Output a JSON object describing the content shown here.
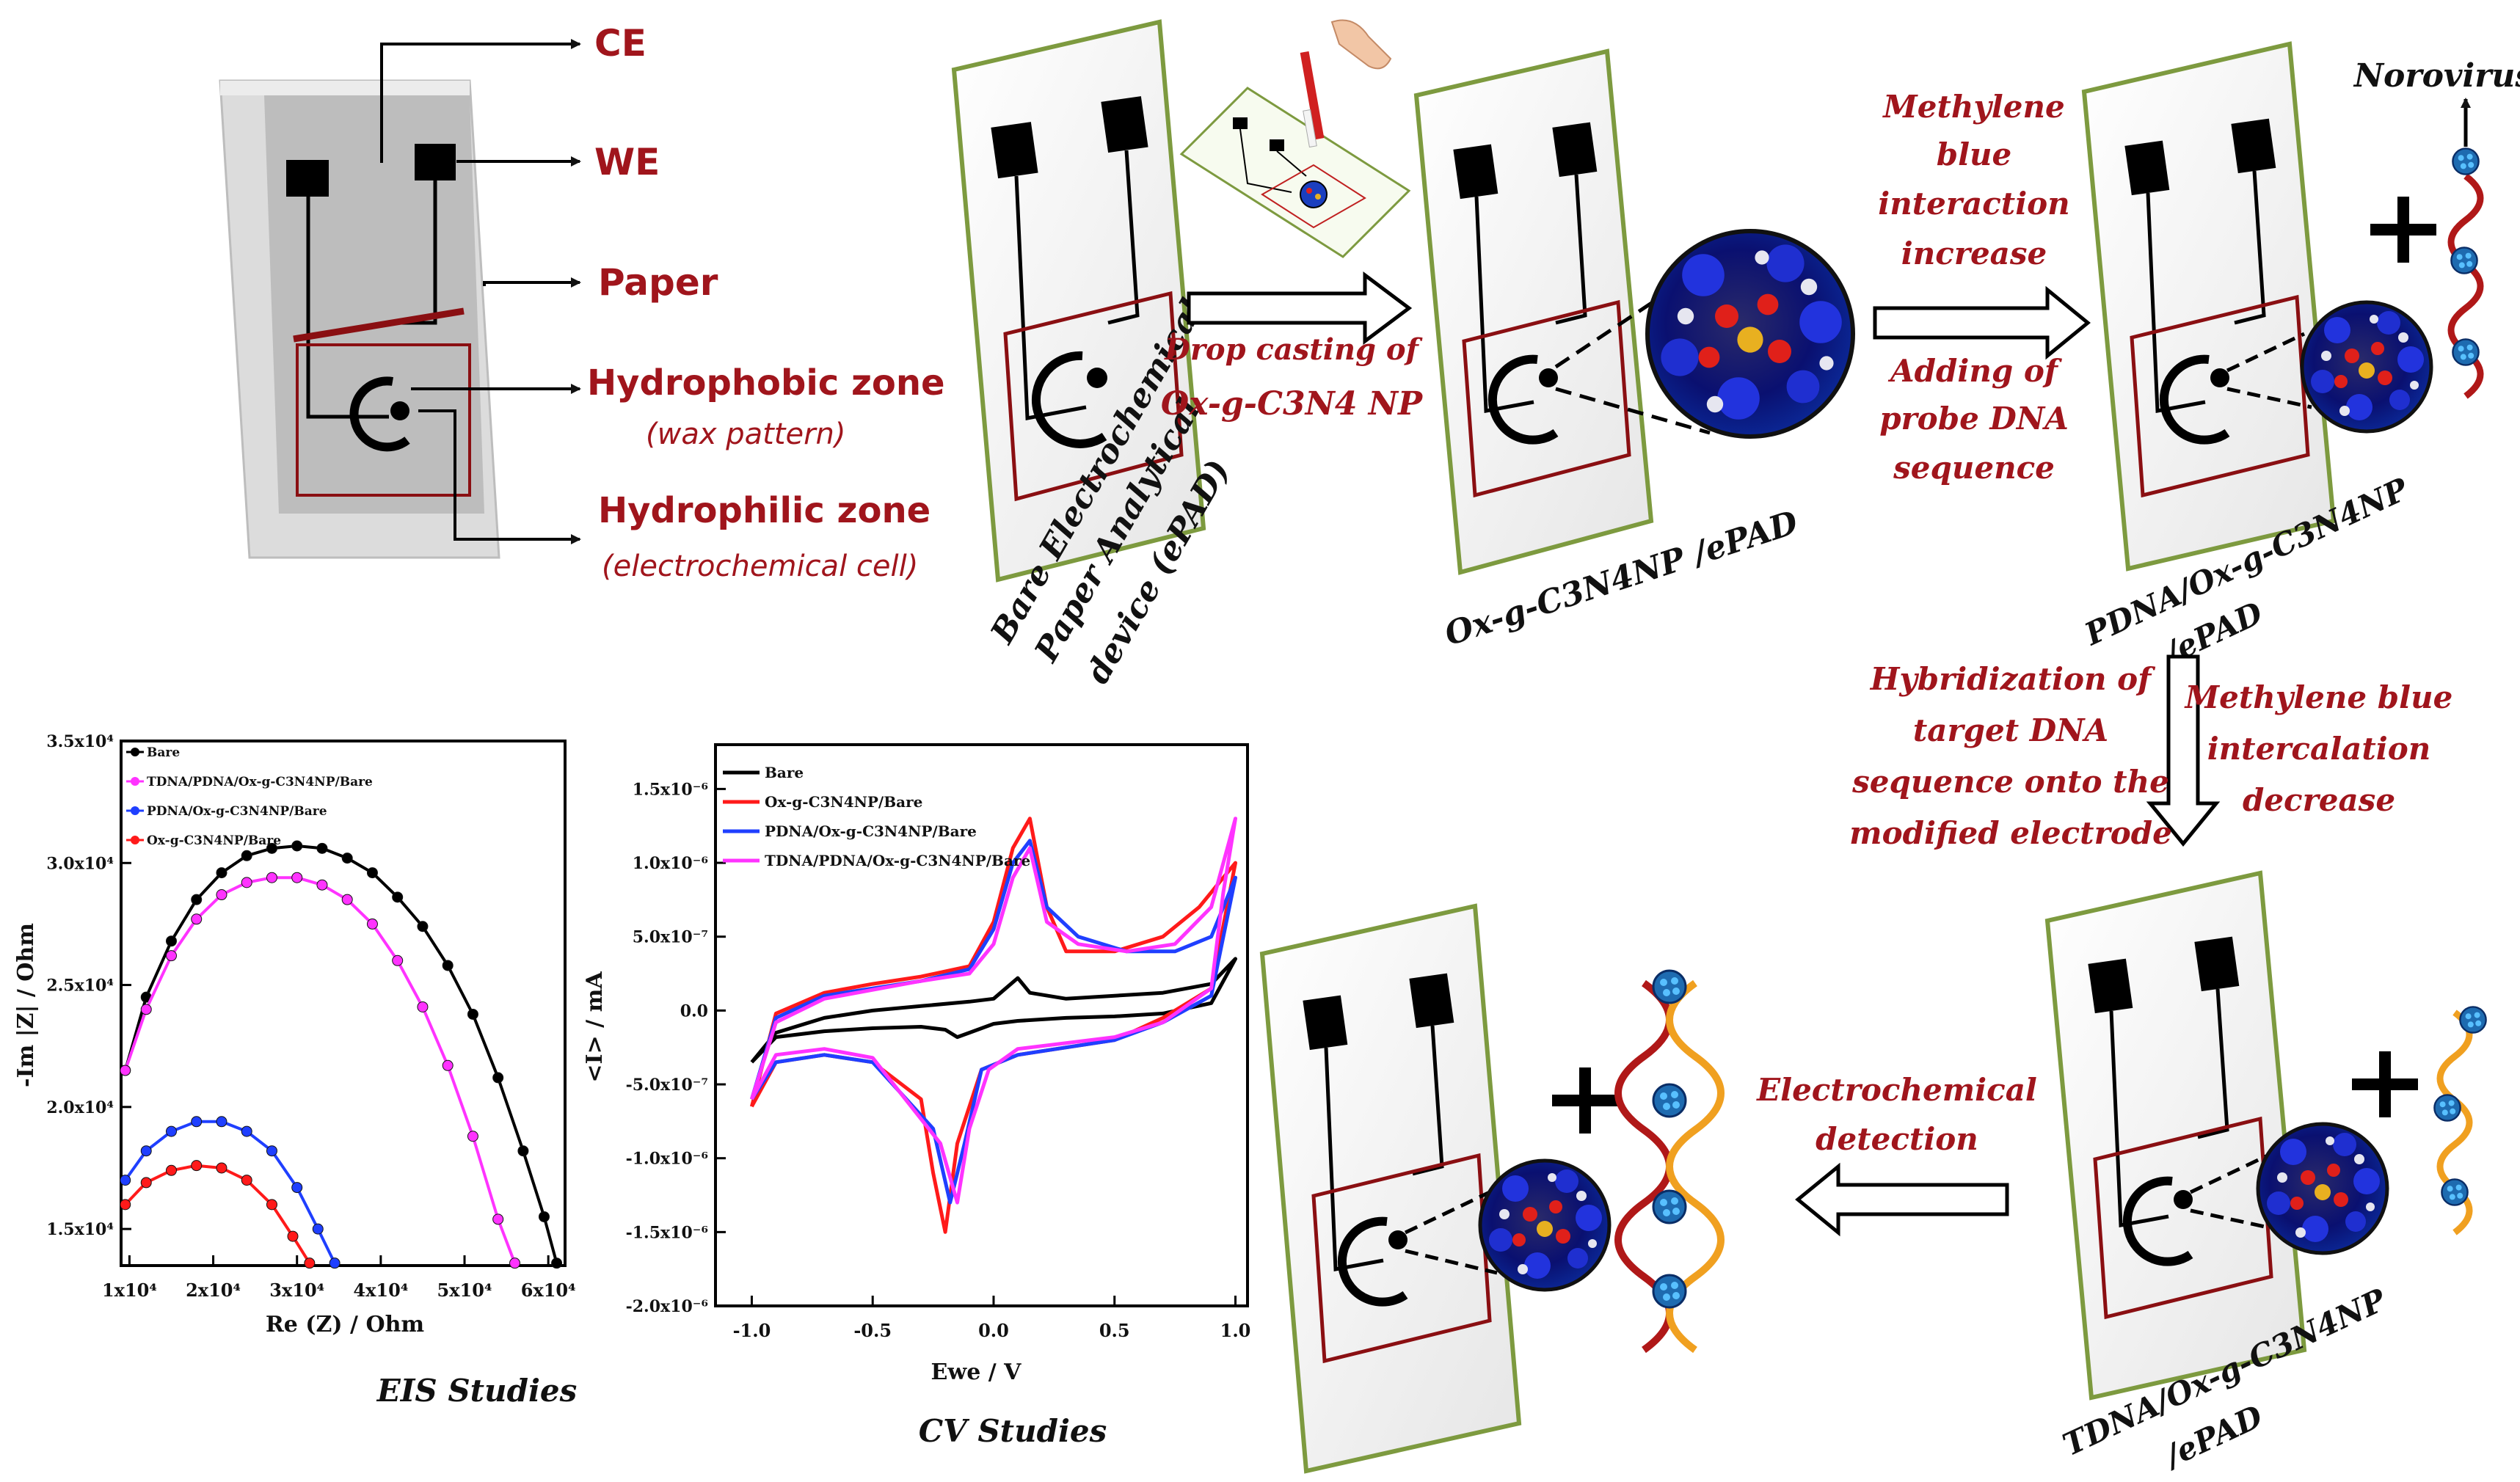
{
  "legend_panel": {
    "ce": "CE",
    "we": "WE",
    "paper": "Paper",
    "hydrophobic": "Hydrophobic zone",
    "wax": "(wax pattern)",
    "hydrophilic": "Hydrophilic zone",
    "cell": "(electrochemical cell)"
  },
  "steps": {
    "bare_label": [
      "Bare Electrochemical",
      "Paper Analytical",
      "device (ePAD)"
    ],
    "drop_cast": [
      "Drop casting of",
      "Ox-g-C3N4 NP"
    ],
    "ox_label": "Ox-g-C3N4NP /ePAD",
    "mb_increase": [
      "Methylene",
      "blue",
      "interaction",
      "increase"
    ],
    "adding_probe": [
      "Adding of",
      "probe DNA",
      "sequence"
    ],
    "norovirus": "Norovirus",
    "pdna_label": [
      "PDNA/Ox-g-C3N4NP",
      "/ePAD"
    ],
    "hybridization": [
      "Hybridization of",
      "target DNA",
      "sequence onto the",
      "modified electrode"
    ],
    "mb_decrease": [
      "Methylene blue",
      "intercalation",
      "decrease"
    ],
    "tdna_label": [
      "TDNA/Ox-g-C3N4NP",
      "/ePAD"
    ],
    "detection": [
      "Electrochemical",
      "detection"
    ],
    "plus": "+"
  },
  "colors": {
    "accent_red": "#a0151c",
    "frame_green": "#7d9a3f",
    "bare": "#000000",
    "tdna": "#ff33ff",
    "pdna": "#1f3fff",
    "ox": "#ff1a1a"
  },
  "chart_data": [
    {
      "type": "scatter",
      "caption": "EIS Studies",
      "xlabel": "Re (Z) / Ohm",
      "ylabel": "-Im |Z| / Ohm",
      "xlim": [
        9000,
        62000
      ],
      "ylim": [
        13500,
        35000
      ],
      "xticks": [
        10000,
        20000,
        30000,
        40000,
        50000,
        60000
      ],
      "xtick_labels": [
        "1x10⁴",
        "2x10⁴",
        "3x10⁴",
        "4x10⁴",
        "5x10⁴",
        "6x10⁴"
      ],
      "yticks": [
        15000,
        20000,
        25000,
        30000,
        35000
      ],
      "ytick_labels": [
        "1.5x10⁴",
        "2.0x10⁴",
        "2.5x10⁴",
        "3.0x10⁴",
        "3.5x10⁴"
      ],
      "series": [
        {
          "name": "Bare",
          "color": "#000000",
          "x": [
            9500,
            12000,
            15000,
            18000,
            21000,
            24000,
            27000,
            30000,
            33000,
            36000,
            39000,
            42000,
            45000,
            48000,
            51000,
            54000,
            57000,
            59500,
            61000
          ],
          "y": [
            21500,
            24500,
            26800,
            28500,
            29600,
            30300,
            30600,
            30700,
            30600,
            30200,
            29600,
            28600,
            27400,
            25800,
            23800,
            21200,
            18200,
            15500,
            13600
          ]
        },
        {
          "name": "TDNA/PDNA/Ox-g-C3N4NP/Bare",
          "color": "#ff33ff",
          "x": [
            9500,
            12000,
            15000,
            18000,
            21000,
            24000,
            27000,
            30000,
            33000,
            36000,
            39000,
            42000,
            45000,
            48000,
            51000,
            54000,
            56000
          ],
          "y": [
            21500,
            24000,
            26200,
            27700,
            28700,
            29200,
            29400,
            29400,
            29100,
            28500,
            27500,
            26000,
            24100,
            21700,
            18800,
            15400,
            13600
          ]
        },
        {
          "name": "PDNA/Ox-g-C3N4NP/Bare",
          "color": "#1f3fff",
          "x": [
            9500,
            12000,
            15000,
            18000,
            21000,
            24000,
            27000,
            30000,
            32500,
            34500
          ],
          "y": [
            17000,
            18200,
            19000,
            19400,
            19400,
            19000,
            18200,
            16700,
            15000,
            13600
          ]
        },
        {
          "name": "Ox-g-C3N4NP/Bare",
          "color": "#ff1a1a",
          "x": [
            9500,
            12000,
            15000,
            18000,
            21000,
            24000,
            27000,
            29500,
            31500
          ],
          "y": [
            16000,
            16900,
            17400,
            17600,
            17500,
            17000,
            16000,
            14700,
            13600
          ]
        }
      ]
    },
    {
      "type": "line",
      "caption": "CV Studies",
      "xlabel": "Ewe / V",
      "ylabel": "<I> / mA",
      "xlim": [
        -1.15,
        1.05
      ],
      "ylim": [
        -2e-06,
        1.8e-06
      ],
      "xticks": [
        -1.0,
        -0.5,
        0.0,
        0.5,
        1.0
      ],
      "xtick_labels": [
        "-1.0",
        "-0.5",
        "0.0",
        "0.5",
        "1.0"
      ],
      "yticks": [
        -2e-06,
        -1.5e-06,
        -1e-06,
        -5e-07,
        0,
        5e-07,
        1e-06,
        1.5e-06
      ],
      "ytick_labels": [
        "-2.0x10⁻⁶",
        "-1.5x10⁻⁶",
        "-1.0x10⁻⁶",
        "-5.0x10⁻⁷",
        "0.0",
        "5.0x10⁻⁷",
        "1.0x10⁻⁶",
        "1.5x10⁻⁶"
      ],
      "series": [
        {
          "name": "Bare",
          "color": "#000000",
          "x": [
            -1.0,
            -0.9,
            -0.7,
            -0.5,
            -0.3,
            -0.1,
            0.0,
            0.05,
            0.1,
            0.15,
            0.3,
            0.5,
            0.7,
            0.9,
            1.0,
            0.9,
            0.7,
            0.5,
            0.3,
            0.1,
            0.0,
            -0.1,
            -0.15,
            -0.2,
            -0.3,
            -0.5,
            -0.7,
            -0.9,
            -1.0
          ],
          "y": [
            -3.5e-07,
            -1.5e-07,
            -5e-08,
            0.0,
            3e-08,
            6e-08,
            8e-08,
            1.5e-07,
            2.2e-07,
            1.2e-07,
            8e-08,
            1e-07,
            1.2e-07,
            1.8e-07,
            3.5e-07,
            5e-08,
            -2e-08,
            -4e-08,
            -5e-08,
            -7e-08,
            -9e-08,
            -1.5e-07,
            -1.8e-07,
            -1.3e-07,
            -1.1e-07,
            -1.2e-07,
            -1.4e-07,
            -1.8e-07,
            -3.5e-07
          ]
        },
        {
          "name": "Ox-g-C3N4NP/Bare",
          "color": "#ff1a1a",
          "x": [
            -1.0,
            -0.9,
            -0.7,
            -0.5,
            -0.3,
            -0.1,
            0.0,
            0.08,
            0.15,
            0.22,
            0.3,
            0.5,
            0.7,
            0.85,
            0.95,
            1.0,
            0.9,
            0.7,
            0.5,
            0.3,
            0.1,
            -0.05,
            -0.15,
            -0.2,
            -0.25,
            -0.3,
            -0.5,
            -0.7,
            -0.9,
            -1.0
          ],
          "y": [
            -6.5e-07,
            -2e-08,
            1.2e-07,
            1.8e-07,
            2.3e-07,
            3e-07,
            6e-07,
            1.1e-06,
            1.3e-06,
            7e-07,
            4e-07,
            4e-07,
            5e-07,
            7e-07,
            9e-07,
            1e-06,
            1.5e-07,
            -5e-08,
            -2e-07,
            -2.5e-07,
            -3e-07,
            -4e-07,
            -9e-07,
            -1.5e-06,
            -1.1e-06,
            -6e-07,
            -3.5e-07,
            -3e-07,
            -3.5e-07,
            -6.5e-07
          ]
        },
        {
          "name": "PDNA/Ox-g-C3N4NP/Bare",
          "color": "#1f3fff",
          "x": [
            -1.0,
            -0.9,
            -0.7,
            -0.5,
            -0.3,
            -0.1,
            0.0,
            0.08,
            0.15,
            0.22,
            0.35,
            0.55,
            0.75,
            0.9,
            1.0,
            0.9,
            0.7,
            0.5,
            0.3,
            0.1,
            -0.05,
            -0.12,
            -0.18,
            -0.25,
            -0.5,
            -0.7,
            -0.9,
            -1.0
          ],
          "y": [
            -6e-07,
            -5e-08,
            1e-07,
            1.5e-07,
            2e-07,
            2.8e-07,
            5.5e-07,
            1e-06,
            1.15e-06,
            7e-07,
            5e-07,
            4e-07,
            4e-07,
            5e-07,
            9e-07,
            1e-07,
            -8e-08,
            -2e-07,
            -2.5e-07,
            -3e-07,
            -4e-07,
            -9e-07,
            -1.3e-06,
            -8e-07,
            -3.5e-07,
            -3e-07,
            -3.5e-07,
            -6e-07
          ]
        },
        {
          "name": "TDNA/PDNA/Ox-g-C3N4NP/Bare",
          "color": "#ff33ff",
          "x": [
            -1.0,
            -0.9,
            -0.7,
            -0.5,
            -0.3,
            -0.1,
            0.0,
            0.08,
            0.15,
            0.22,
            0.35,
            0.55,
            0.75,
            0.9,
            1.0,
            0.95,
            0.9,
            0.7,
            0.5,
            0.3,
            0.1,
            -0.02,
            -0.1,
            -0.15,
            -0.22,
            -0.5,
            -0.7,
            -0.9,
            -1.0
          ],
          "y": [
            -6e-07,
            -8e-08,
            8e-08,
            1.4e-07,
            2e-07,
            2.5e-07,
            4.5e-07,
            9e-07,
            1.1e-06,
            6e-07,
            4.5e-07,
            4e-07,
            4.5e-07,
            7e-07,
            1.3e-06,
            8e-07,
            1.5e-07,
            -8e-08,
            -1.8e-07,
            -2.2e-07,
            -2.6e-07,
            -4e-07,
            -8e-07,
            -1.3e-06,
            -9e-07,
            -3.2e-07,
            -2.6e-07,
            -3e-07,
            -6e-07
          ]
        }
      ]
    }
  ]
}
